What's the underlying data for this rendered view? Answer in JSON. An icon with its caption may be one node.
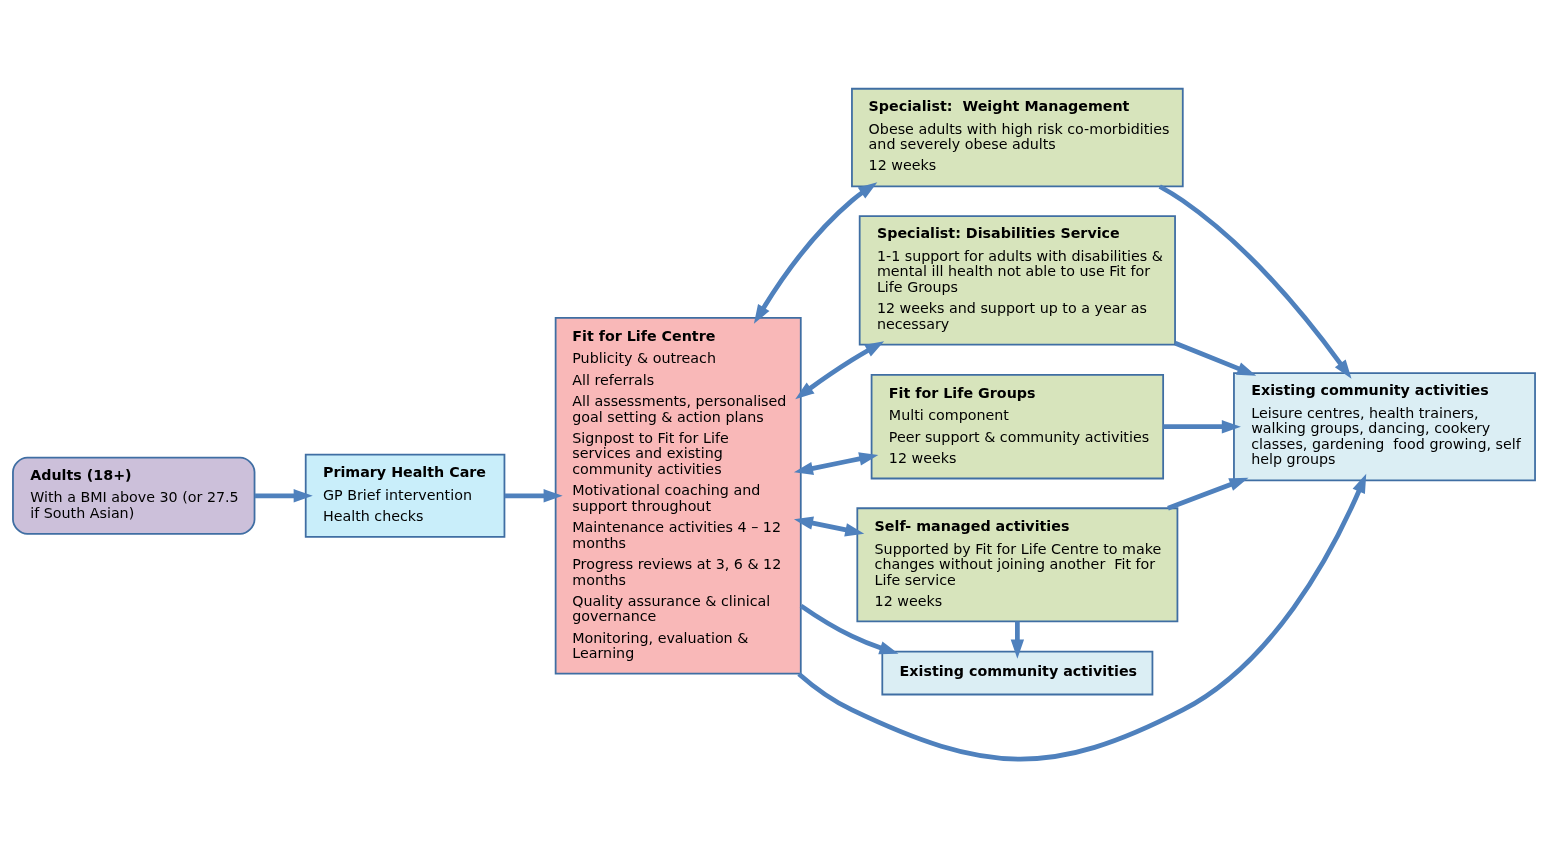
{
  "diagram": {
    "nodes": [
      {
        "text": [
          "Adults (18+)",
          "With a BMI above 30 (or 27.5 if South Asian)"
        ]
      },
      {
        "text": [
          "Primary Health Care",
          "GP Brief intervention",
          "Health checks"
        ]
      },
      {
        "text": [
          "Fit for Life Centre",
          "Publicity & outreach",
          "All referrals",
          "All assessments, personalised goal setting & action plans",
          "Signpost to Fit for Life services and existing community activities",
          "Motivational coaching and support throughout",
          "Maintenance activities 4 – 12 months",
          "Progress reviews at 3, 6 & 12 months",
          "Quality assurance & clinical governance",
          "Monitoring, evaluation & Learning"
        ]
      },
      {
        "text": [
          "Specialist:  Weight Management",
          "Obese adults with high risk co-morbidities and severely obese adults",
          "12 weeks"
        ]
      },
      {
        "text": [
          "Specialist: Disabilities Service",
          "1-1 support for adults with disabilities & mental ill health not able to use Fit for Life Groups",
          "12 weeks and support up to a year as necessary"
        ]
      },
      {
        "text": [
          "Fit for Life Groups",
          "Multi component",
          "Peer support & community activities",
          "12 weeks"
        ]
      },
      {
        "text": [
          "Self- managed activities",
          "Supported by Fit for Life Centre to make changes without joining another  Fit for Life service",
          "12 weeks"
        ]
      },
      {
        "text": [
          "Existing community activities"
        ]
      },
      {
        "text": [
          "Existing community activities",
          "Leisure centres, health trainers, walking groups, dancing, cookery classes, gardening  food growing, self help groups"
        ]
      }
    ],
    "edges": [
      {
        "from": 0,
        "to": 1,
        "arrow": "to"
      },
      {
        "from": 1,
        "to": 2,
        "arrow": "to"
      },
      {
        "from": 2,
        "to": 3,
        "arrow": "both"
      },
      {
        "from": 2,
        "to": 4,
        "arrow": "both"
      },
      {
        "from": 2,
        "to": 5,
        "arrow": "both"
      },
      {
        "from": 2,
        "to": 6,
        "arrow": "both"
      },
      {
        "from": 3,
        "to": 8,
        "arrow": "to"
      },
      {
        "from": 4,
        "to": 8,
        "arrow": "to"
      },
      {
        "from": 5,
        "to": 8,
        "arrow": "to"
      },
      {
        "from": 6,
        "to": 8,
        "arrow": "to"
      },
      {
        "from": 2,
        "to": 7,
        "arrow": "to"
      },
      {
        "from": 6,
        "to": 7,
        "arrow": "to"
      },
      {
        "from": 2,
        "to": 8,
        "arrow": "to"
      }
    ]
  }
}
